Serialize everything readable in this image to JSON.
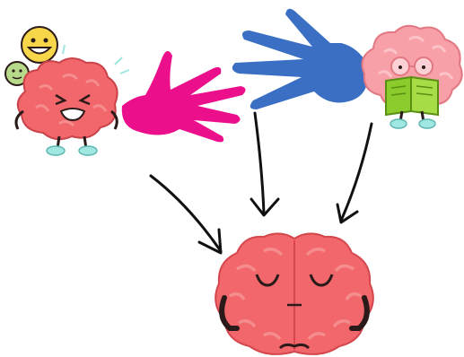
{
  "scene": {
    "background": "#ffffff",
    "brain_color": "#f2676b",
    "brain_fold_color": "#f58c8d",
    "outline_color": "#2b1a1a",
    "left_hand_color": "#ec0f8c",
    "right_hand_color": "#3a6fc4",
    "book_color": "#8bcb2b",
    "shoe_color": "#9fe7e0",
    "emoji_yellow": "#f7d64a",
    "emoji_green": "#b7d98a",
    "emoji_peach": "#f4b3a0"
  },
  "icons": {
    "left_figure": "stressed-brain-with-emoji-icons",
    "right_figure": "reading-brain-with-glasses-and-book",
    "left_hand": "magenta-hand-icon",
    "right_hand": "blue-hand-icon",
    "bottom_figure": "calm-meditating-brain",
    "arrows": "downward-arrow-icon"
  }
}
